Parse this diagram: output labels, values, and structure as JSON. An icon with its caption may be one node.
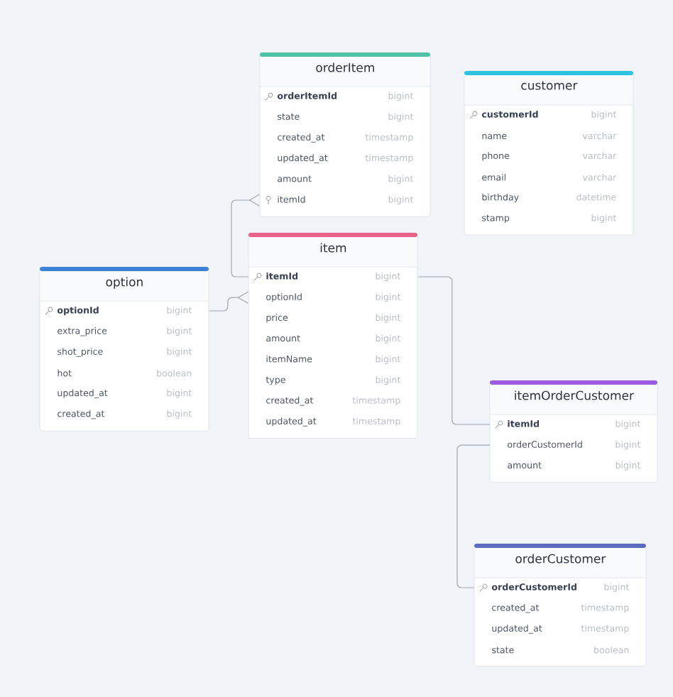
{
  "diagram": {
    "nodes": [
      {
        "text": [
          "orderItem"
        ]
      },
      {
        "text": [
          "orderItemId",
          "bigint"
        ],
        "in": 0
      },
      {
        "text": [
          "state",
          "bigint"
        ],
        "in": 0
      },
      {
        "text": [
          "created_at",
          "timestamp"
        ],
        "in": 0
      },
      {
        "text": [
          "updated_at",
          "timestamp"
        ],
        "in": 0
      },
      {
        "text": [
          "amount",
          "bigint"
        ],
        "in": 0
      },
      {
        "text": [
          "itemId",
          "bigint"
        ],
        "in": 0
      },
      {
        "text": [
          "customer"
        ]
      },
      {
        "text": [
          "customerId",
          "bigint"
        ],
        "in": 7
      },
      {
        "text": [
          "name",
          "varchar"
        ],
        "in": 7
      },
      {
        "text": [
          "phone",
          "varchar"
        ],
        "in": 7
      },
      {
        "text": [
          "email",
          "varchar"
        ],
        "in": 7
      },
      {
        "text": [
          "birthday",
          "datetime"
        ],
        "in": 7
      },
      {
        "text": [
          "stamp",
          "bigint"
        ],
        "in": 7
      },
      {
        "text": [
          "option"
        ]
      },
      {
        "text": [
          "optionId",
          "bigint"
        ],
        "in": 14
      },
      {
        "text": [
          "extra_price",
          "bigint"
        ],
        "in": 14
      },
      {
        "text": [
          "shot_price",
          "bigint"
        ],
        "in": 14
      },
      {
        "text": [
          "hot",
          "boolean"
        ],
        "in": 14
      },
      {
        "text": [
          "updated_at",
          "bigint"
        ],
        "in": 14
      },
      {
        "text": [
          "created_at",
          "bigint"
        ],
        "in": 14
      },
      {
        "text": [
          "item"
        ]
      },
      {
        "text": [
          "itemId",
          "bigint"
        ],
        "in": 21
      },
      {
        "text": [
          "optionId",
          "bigint"
        ],
        "in": 21
      },
      {
        "text": [
          "price",
          "bigint"
        ],
        "in": 21
      },
      {
        "text": [
          "amount",
          "bigint"
        ],
        "in": 21
      },
      {
        "text": [
          "itemName",
          "bigint"
        ],
        "in": 21
      },
      {
        "text": [
          "type",
          "bigint"
        ],
        "in": 21
      },
      {
        "text": [
          "created_at",
          "timestamp"
        ],
        "in": 21
      },
      {
        "text": [
          "updated_at",
          "timestamp"
        ],
        "in": 21
      },
      {
        "text": [
          "itemOrderCustomer"
        ]
      },
      {
        "text": [
          "itemId",
          "bigint"
        ],
        "in": 30
      },
      {
        "text": [
          "orderCustomerId",
          "bigint"
        ],
        "in": 30
      },
      {
        "text": [
          "amount",
          "bigint"
        ],
        "in": 30
      },
      {
        "text": [
          "orderCustomer"
        ]
      },
      {
        "text": [
          "orderCustomerId",
          "bigint"
        ],
        "in": 34
      },
      {
        "text": [
          "created_at",
          "timestamp"
        ],
        "in": 34
      },
      {
        "text": [
          "updated_at",
          "timestamp"
        ],
        "in": 34
      },
      {
        "text": [
          "state",
          "boolean"
        ],
        "in": 34
      }
    ],
    "edges": [
      {
        "from": 22,
        "to": 6,
        "arrow": "other"
      },
      {
        "from": 15,
        "to": 23,
        "arrow": "other"
      },
      {
        "from": 22,
        "to": 31,
        "arrow": "none"
      },
      {
        "from": 32,
        "to": 35,
        "arrow": "none"
      }
    ]
  }
}
